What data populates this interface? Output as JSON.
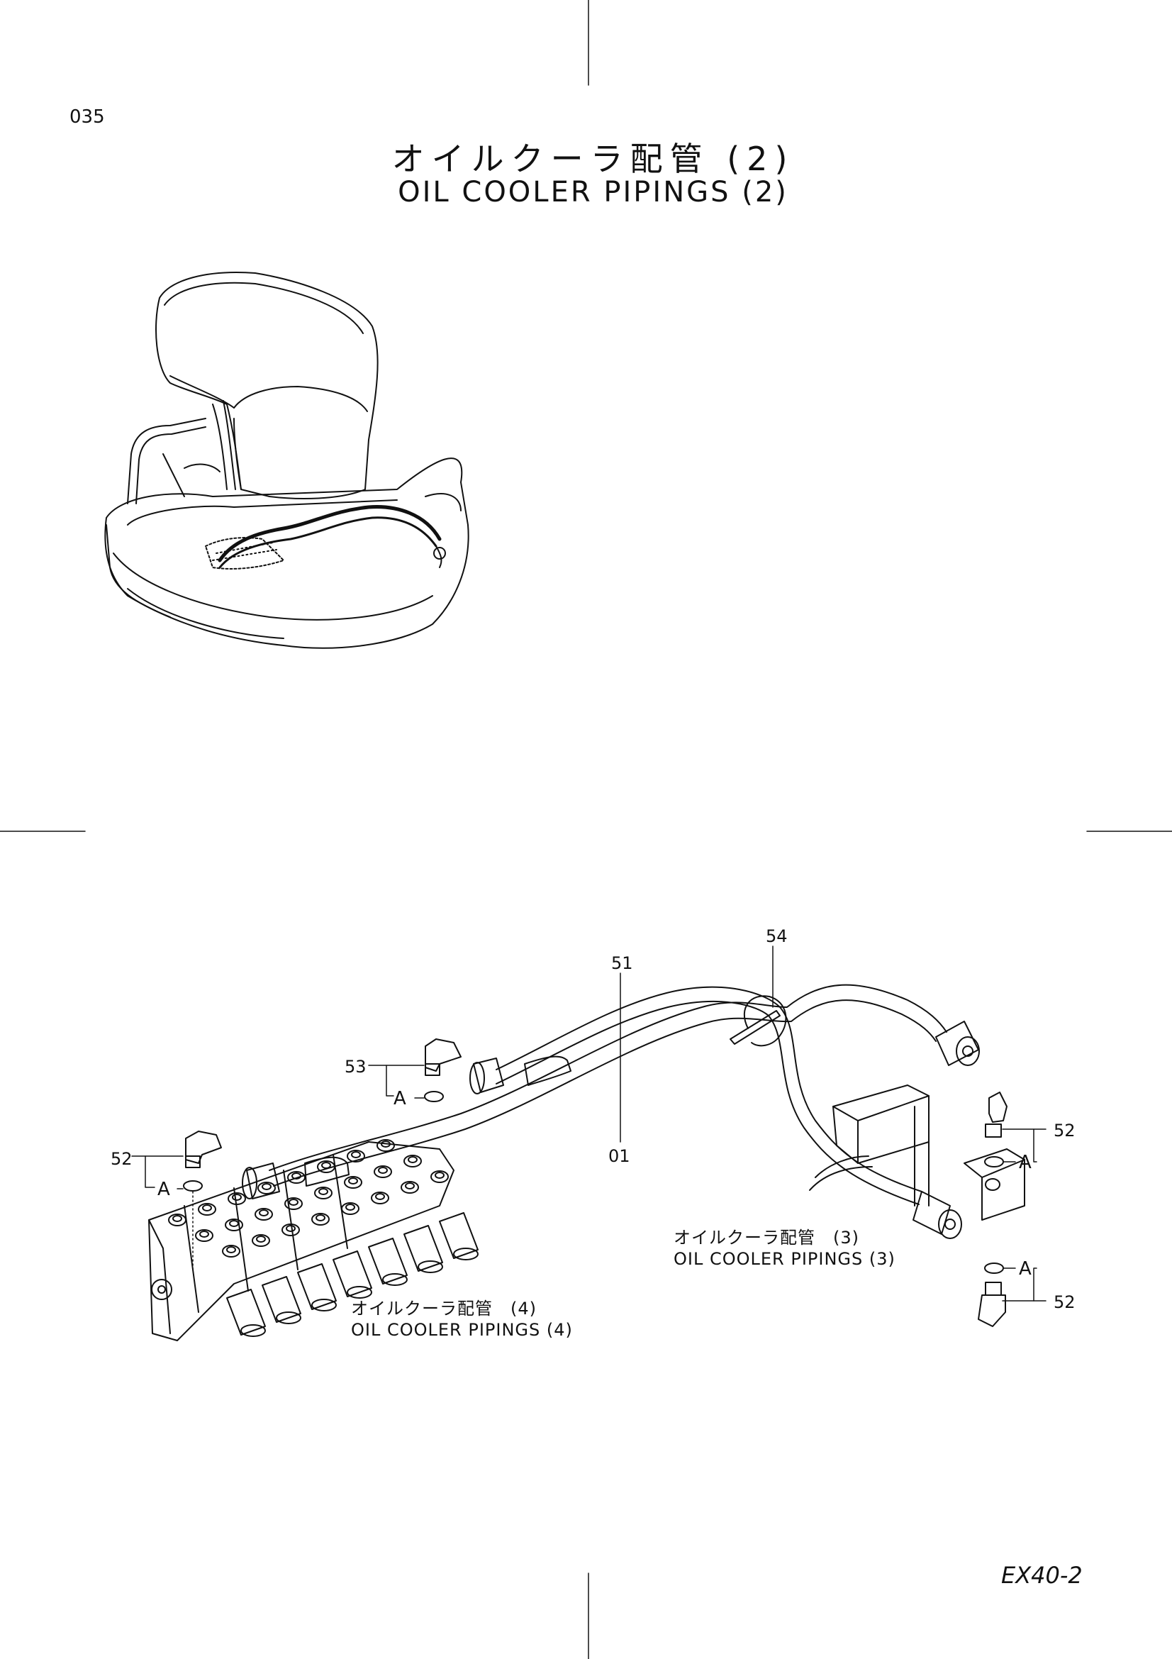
{
  "page_number": "035",
  "title": {
    "jp": "オイルクーラ配管 (2)",
    "en": "OIL COOLER PIPINGS (2)"
  },
  "model_code": "EX40-2",
  "references": {
    "pipings_3": {
      "jp": "オイルクーラ配管　(3)",
      "en": "OIL COOLER PIPINGS (3)"
    },
    "pipings_4": {
      "jp": "オイルクーラ配管　(4)",
      "en": "OIL COOLER PIPINGS (4)"
    }
  },
  "callouts": {
    "part_54": "54",
    "part_51": "51",
    "part_53": "53",
    "part_52_left": "52",
    "part_01": "01",
    "part_52_right_upper": "52",
    "part_52_right_lower": "52"
  },
  "detail_labels": {
    "a_53": "A",
    "a_52_left": "A",
    "a_52_right_upper": "A",
    "a_52_right_lower": "A"
  },
  "colors": {
    "line": "#111111",
    "paper": "#ffffff"
  }
}
